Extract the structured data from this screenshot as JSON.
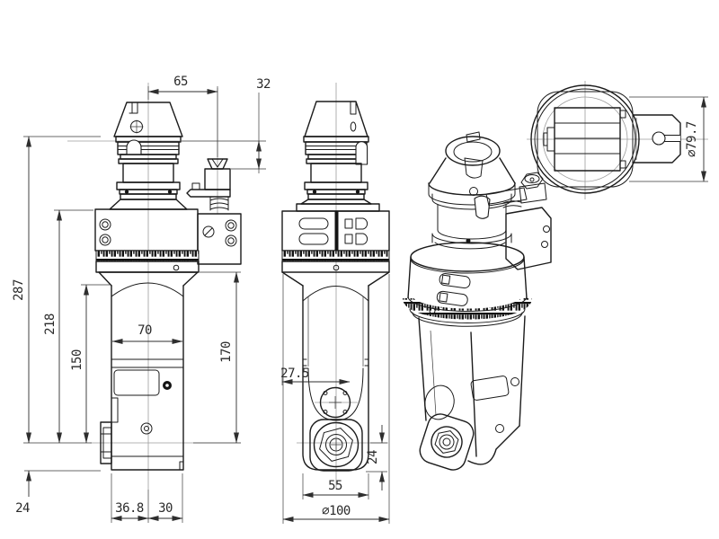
{
  "drawing": {
    "type": "technical-drawing",
    "subject": "angle-head tool assembly, 4 views",
    "colors": {
      "background": "#ffffff",
      "lines": "#1b1b1b",
      "dimensions": "#2e2e2e",
      "centerlines": "#9c9c9c"
    }
  },
  "dims": {
    "d65": "65",
    "d32": "32",
    "d287": "287",
    "d218": "218",
    "d150": "150",
    "d70": "70",
    "d170": "170",
    "d275": "27.5",
    "d24a": "24",
    "d368": "36.8",
    "d30": "30",
    "d55": "55",
    "d100": "⌀100",
    "d24b": "24",
    "d797": "⌀79.7"
  }
}
